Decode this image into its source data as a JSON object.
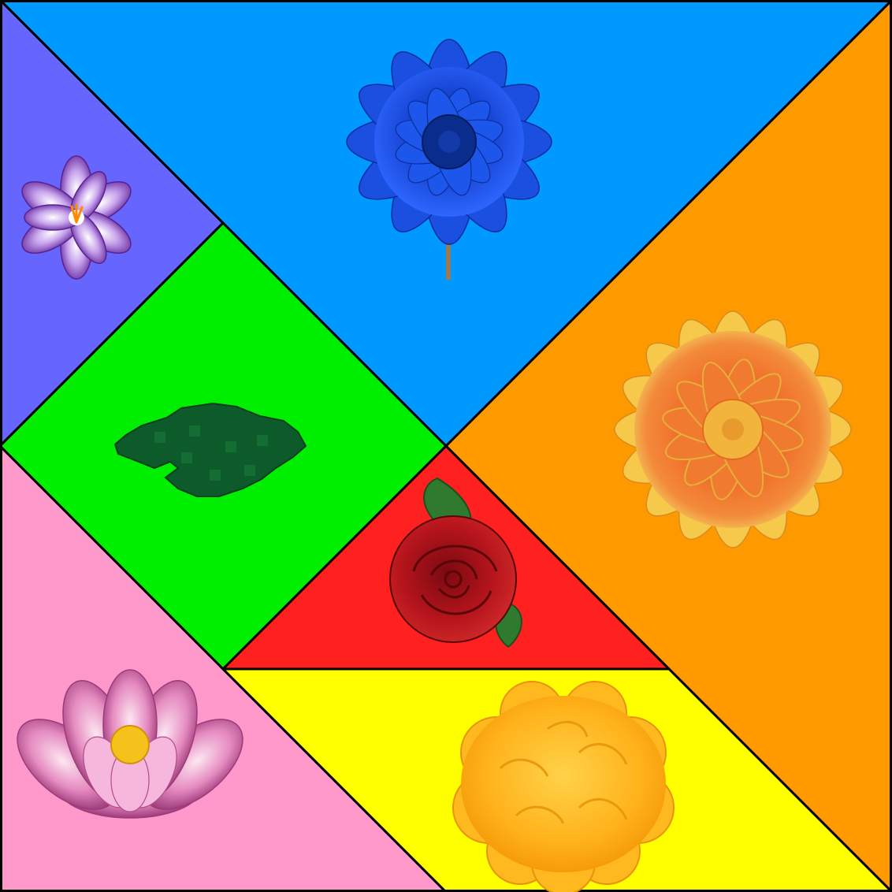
{
  "board": {
    "pieces": [
      {
        "id": "top-large-triangle",
        "color": "#0099ff",
        "flower": "blue-dahlia-icon"
      },
      {
        "id": "right-large-triangle",
        "color": "#ff9900",
        "flower": "orange-dahlia-icon"
      },
      {
        "id": "left-small-triangle",
        "color": "#6666ff",
        "flower": "purple-crocus-icon"
      },
      {
        "id": "square-piece",
        "color": "#00ee00",
        "flower": "lily-pad-icon"
      },
      {
        "id": "center-small-triangle",
        "color": "#ff2020",
        "flower": "red-rose-icon"
      },
      {
        "id": "parallelogram-piece",
        "color": "#ff99cc",
        "flower": "pink-lotus-icon"
      },
      {
        "id": "bottom-medium-triangle",
        "color": "#ffff00",
        "flower": "yellow-marigold-icon"
      }
    ]
  }
}
